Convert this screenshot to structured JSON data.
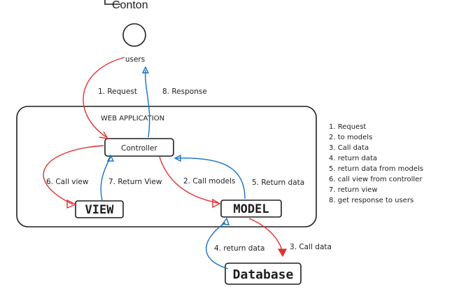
{
  "header": {
    "title": "Conton"
  },
  "nodes": {
    "users": "users",
    "app_boundary": "WEB APPLICATION",
    "controller": "Controller",
    "view": "VIEW",
    "model": "MODEL",
    "database": "Database"
  },
  "edges": {
    "request": "1. Request",
    "response": "8. Response",
    "call_view": "6. Call view",
    "return_view": "7. Return View",
    "call_models": "2. Call models",
    "return_data": "5. Return data",
    "db_return": "4. return data",
    "db_call": "3. Call data"
  },
  "legend": [
    "1. Request",
    "2. to models",
    "3. Call data",
    "4. return data",
    "5. return data from models",
    "6. call view from controller",
    "7. return view",
    "8. get response to users"
  ],
  "colors": {
    "stroke": "#1e1e1e",
    "request_arrow": "#e03131",
    "response_arrow": "#1971c2"
  }
}
